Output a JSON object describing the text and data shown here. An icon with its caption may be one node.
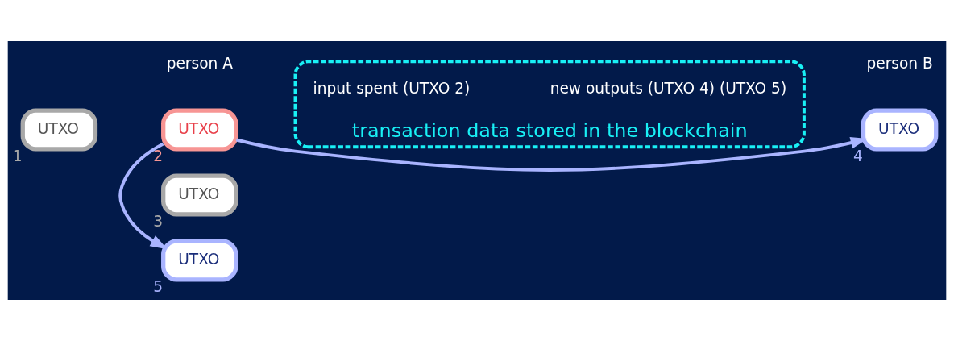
{
  "diagram": {
    "nodes": [
      {
        "text": [
          "UTXO"
        ],
        "beside": [
          "1"
        ]
      },
      {
        "text": [
          "UTXO"
        ],
        "beside": [
          "2"
        ]
      },
      {
        "text": [
          "UTXO"
        ],
        "beside": [
          "3"
        ]
      },
      {
        "text": [
          "UTXO"
        ],
        "beside": [
          "5"
        ]
      },
      {
        "text": [
          "transaction data stored in the blockchain"
        ]
      },
      {
        "text": [
          "UTXO"
        ],
        "beside": [
          "4"
        ]
      }
    ],
    "edges": [
      {
        "from": 1,
        "to": 5,
        "arrow": "to"
      },
      {
        "from": 1,
        "to": 3,
        "arrow": "to"
      }
    ],
    "labels": [
      "person A",
      "input spent (UTXO 2)",
      "new outputs (UTXO 4) (UTXO 5)",
      "person B"
    ]
  }
}
